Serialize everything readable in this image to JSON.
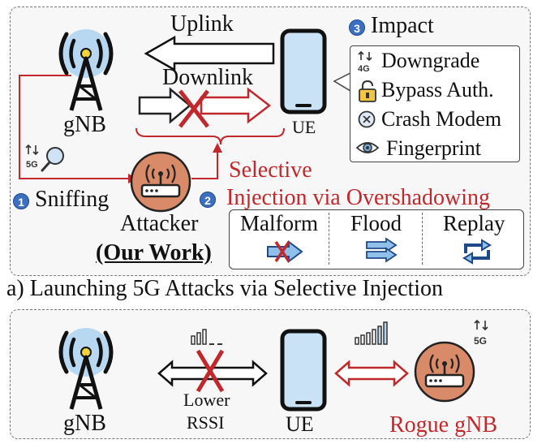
{
  "panel_a": {
    "caption": "a) Launching 5G Attacks via Selective Injection",
    "uplink": "Uplink",
    "downlink": "Downlink",
    "gnb": "gNB",
    "ue": "UE",
    "attacker": "Attacker",
    "our_work": "(Our Work)",
    "sniffing": {
      "num": "1",
      "label": "Sniffing"
    },
    "selective": {
      "num": "2",
      "line1": "Selective",
      "line2": "Injection via Overshadowing"
    },
    "impact": {
      "num": "3",
      "title": "Impact",
      "items": [
        "Downgrade",
        "Bypass Auth.",
        "Crash Modem",
        "Fingerprint"
      ],
      "icon_text_downgrade": "4G"
    },
    "attacks": [
      "Malform",
      "Flood",
      "Replay"
    ],
    "sniff_icon_text": "5G"
  },
  "panel_b": {
    "gnb": "gNB",
    "lower_line1": "Lower",
    "lower_line2": "RSSI",
    "ue": "UE",
    "rogue": "Rogue gNB",
    "icon_text": "5G"
  },
  "colors": {
    "accent_red": "#c0282c",
    "tower_blue": "#b8d8f2",
    "attacker_orange": "#d98a68",
    "badge_blue": "#3b6fc2"
  }
}
